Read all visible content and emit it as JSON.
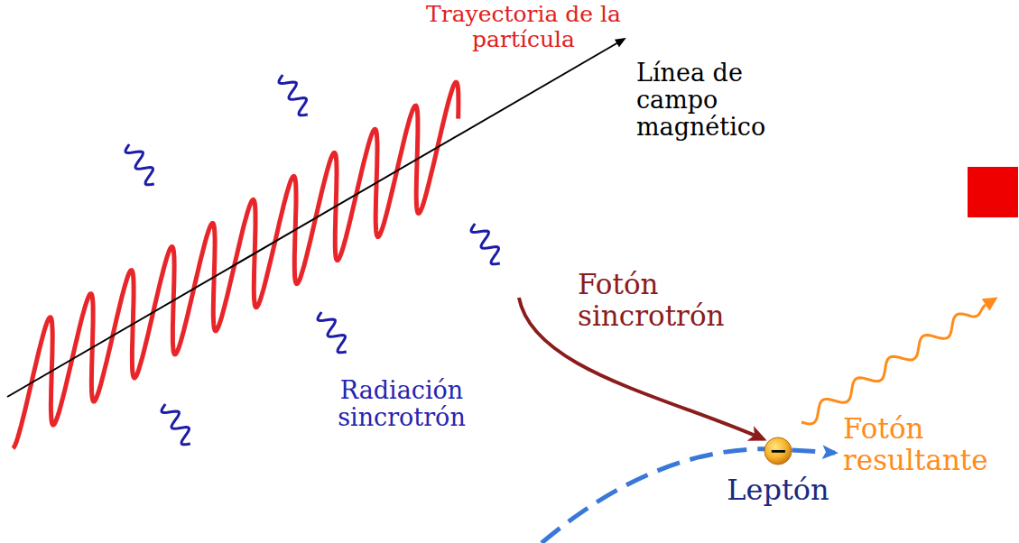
{
  "diagram": {
    "nodes": [
      {
        "text": [
          "−",
          "Leptón"
        ]
      }
    ],
    "labels": [
      "Trayectoria de la partícula",
      "Línea de campo magnético",
      "Radiación sincrotrón",
      "Fotón sincrotrón",
      "Fotón resultante"
    ]
  }
}
